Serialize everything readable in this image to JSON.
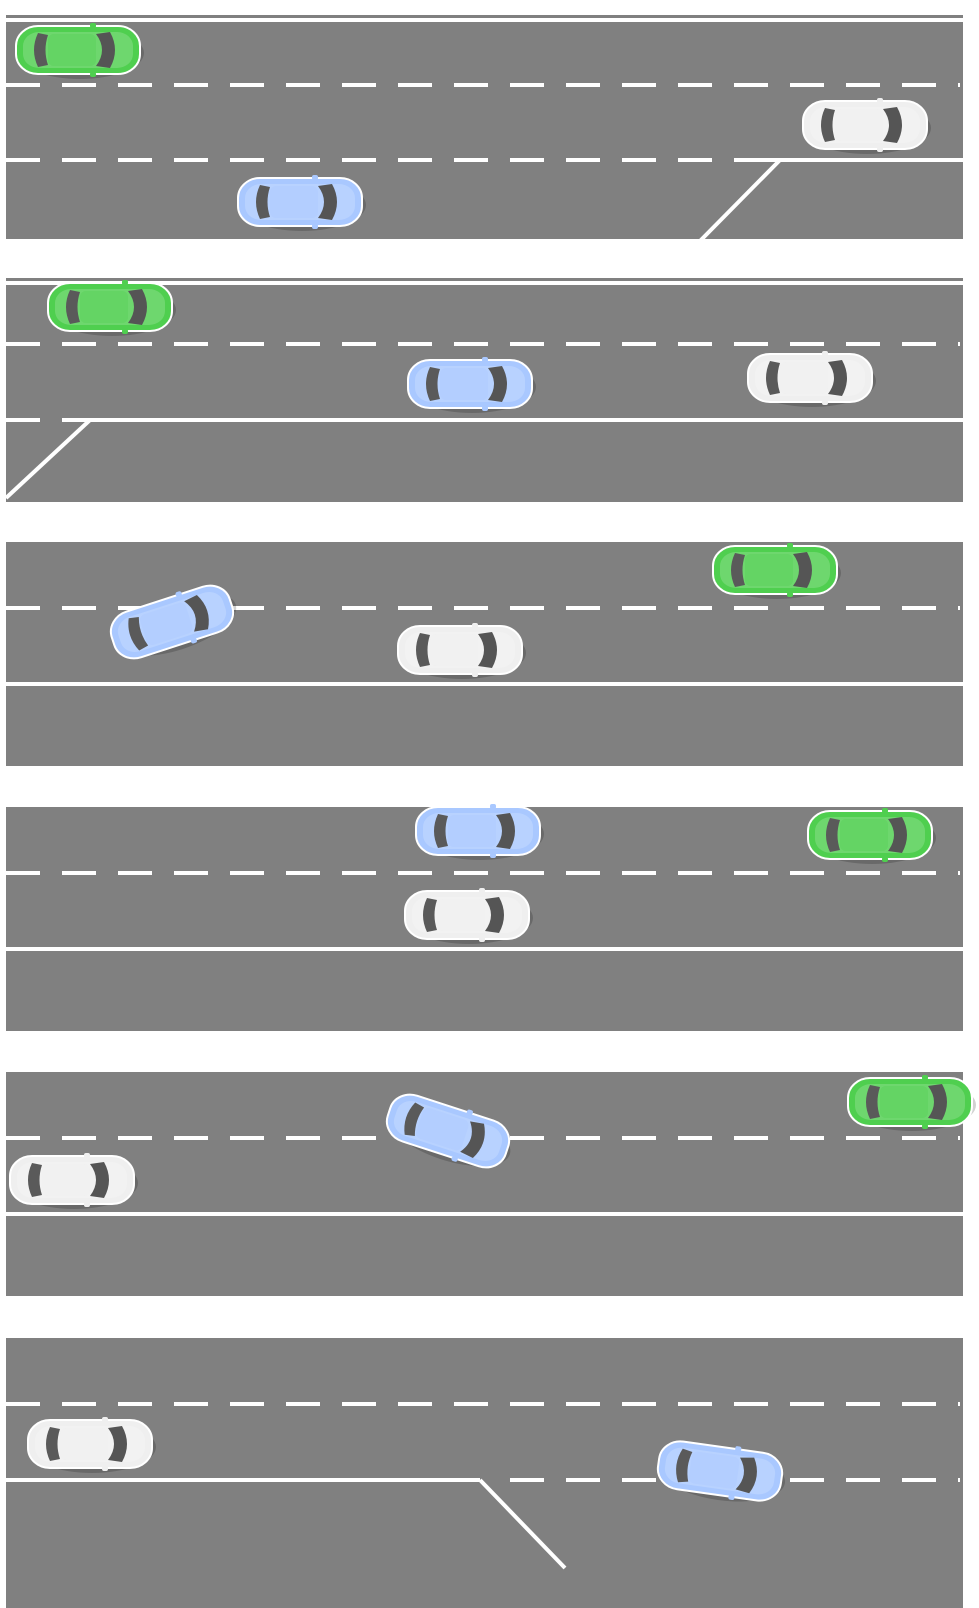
{
  "scene": {
    "background_color": "#ffffff",
    "road_color": "#808080",
    "marking_color": "#ffffff",
    "car_colors": {
      "green": "#4fcf4f",
      "blue": "#a9c8ff",
      "white": "#efefef"
    },
    "panels": [
      {
        "index": 1,
        "cars": [
          "green-car",
          "white-car",
          "blue-car"
        ]
      },
      {
        "index": 2,
        "cars": [
          "green-car",
          "blue-car",
          "white-car"
        ]
      },
      {
        "index": 3,
        "cars": [
          "green-car",
          "blue-car",
          "white-car"
        ]
      },
      {
        "index": 4,
        "cars": [
          "blue-car",
          "green-car",
          "white-car"
        ]
      },
      {
        "index": 5,
        "cars": [
          "blue-car",
          "green-car",
          "white-car"
        ]
      },
      {
        "index": 6,
        "cars": [
          "white-car",
          "blue-car"
        ]
      }
    ]
  }
}
